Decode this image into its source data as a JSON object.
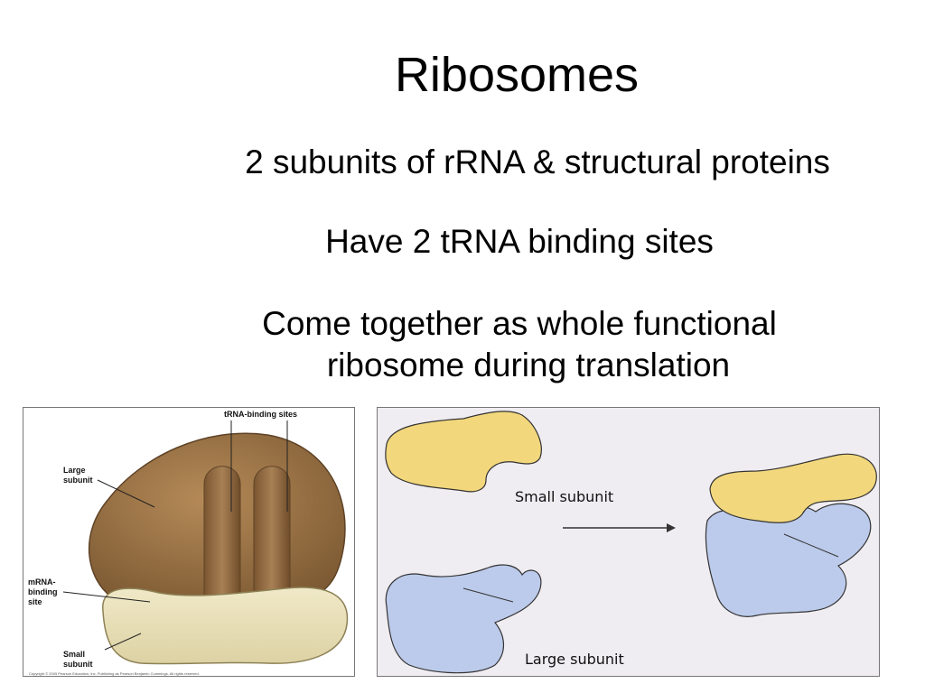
{
  "slide": {
    "title": "Ribosomes",
    "bullets": [
      "2 subunits of rRNA & structural proteins",
      "Have 2 tRNA binding sites",
      "Come together as whole functional",
      "ribosome during translation"
    ]
  },
  "figure_left": {
    "labels": {
      "trna_sites": "tRNA-binding sites",
      "large_line1": "Large",
      "large_line2": "subunit",
      "mrna_line1": "mRNA-",
      "mrna_line2": "binding",
      "mrna_line3": "site",
      "small_line1": "Small",
      "small_line2": "subunit"
    },
    "copyright": "Copyright © 2005 Pearson Education, Inc. Publishing as Pearson Benjamin Cummings. All rights reserved.",
    "colors": {
      "large": "#a0784a",
      "small": "#e8e0b8"
    }
  },
  "figure_right": {
    "labels": {
      "small_subunit": "Small subunit",
      "large_subunit": "Large subunit"
    },
    "colors": {
      "small": "#f2d77c",
      "large": "#bccbeb",
      "background": "#f0edf2"
    }
  }
}
